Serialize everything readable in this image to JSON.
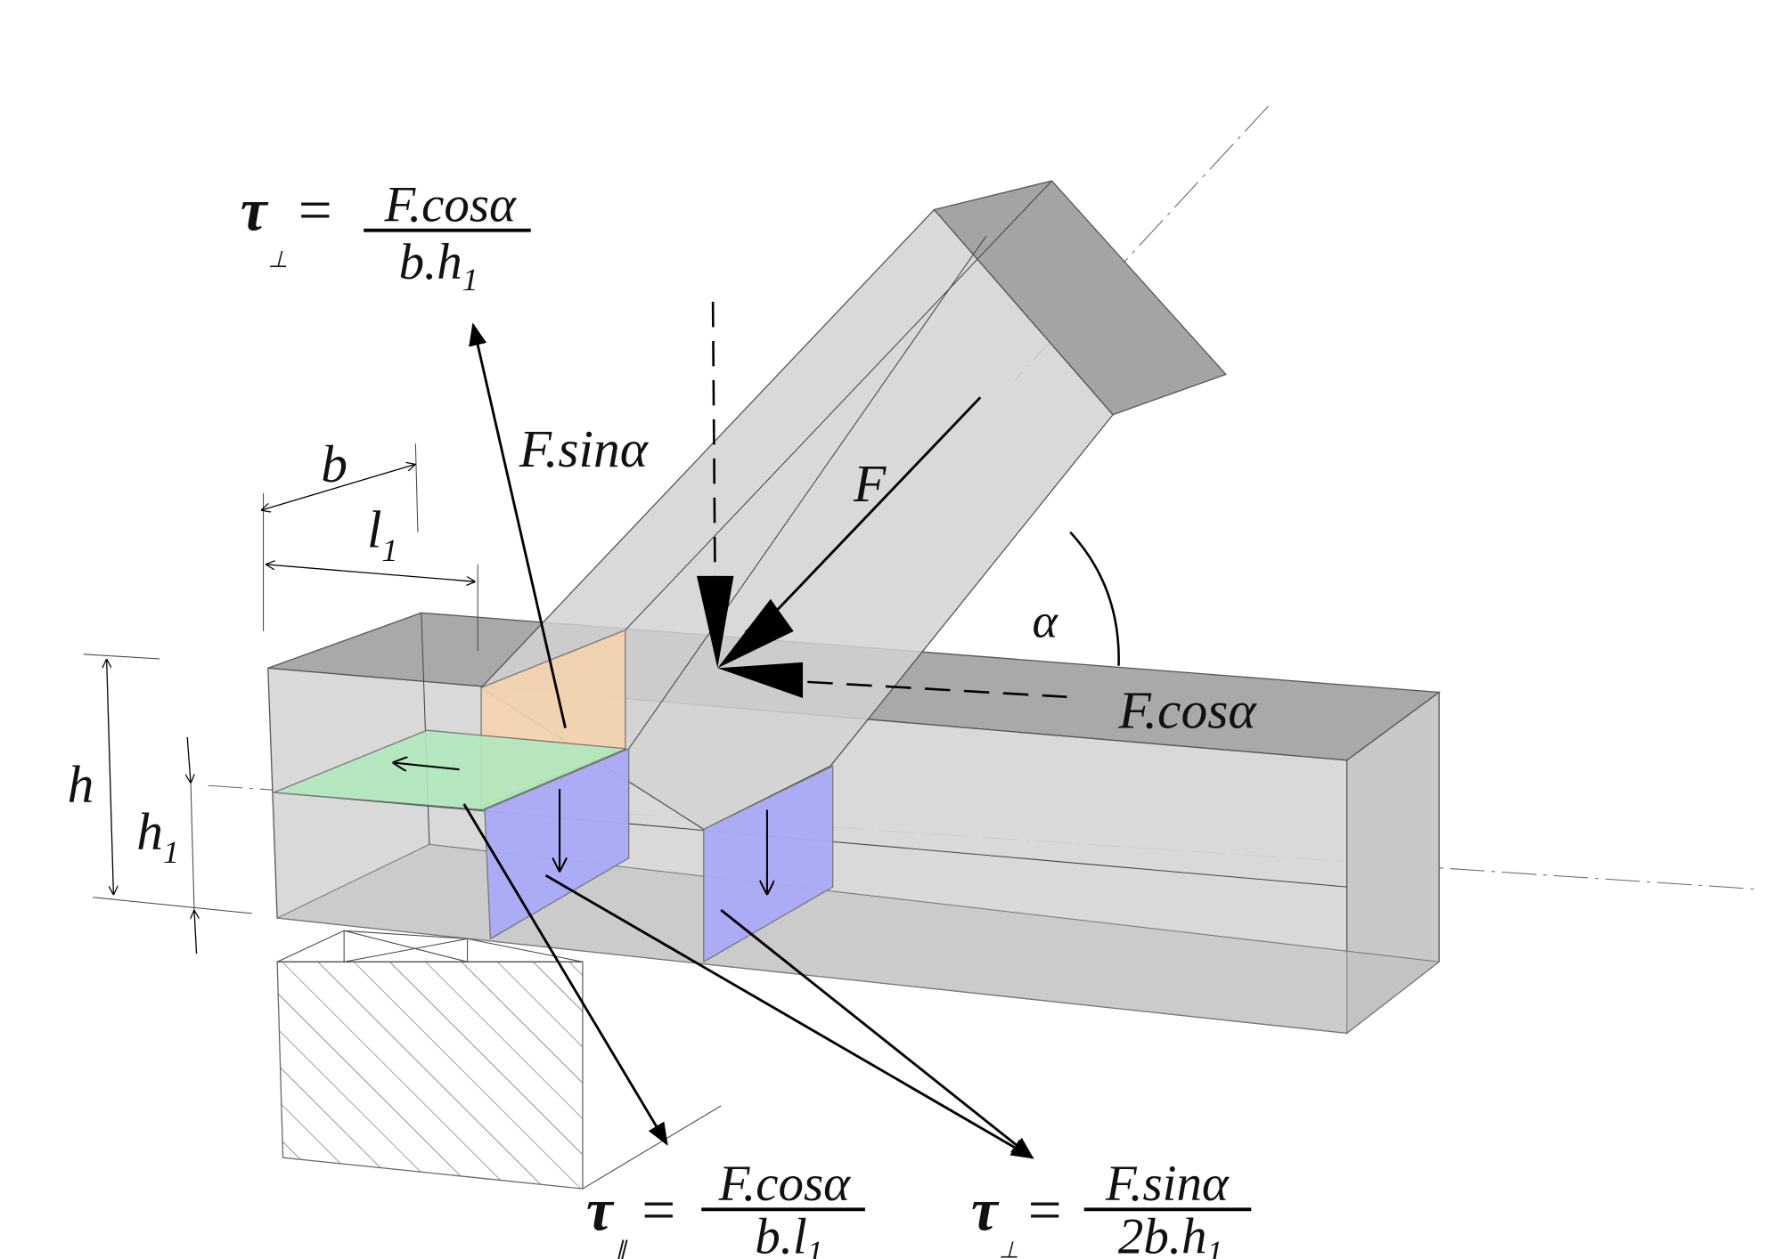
{
  "labels": {
    "b": "b",
    "l1_main": "l",
    "l1_sub": "1",
    "h": "h",
    "h1_main": "h",
    "h1_sub": "1",
    "F": "F",
    "alpha": "α",
    "F_sin": "F.sinα",
    "F_cos": "F.cosα"
  },
  "formulas": {
    "top": {
      "lhs": "τ",
      "sub": "⊥",
      "num": "F.cosα",
      "den": "b.h",
      "den_sub": "1"
    },
    "bottom_left": {
      "lhs": "τ",
      "sub": "∥",
      "num": "F.cosα",
      "den": "b.l",
      "den_sub": "1"
    },
    "bottom_right": {
      "lhs": "τ",
      "sub": "⊥",
      "num": "F.sinα",
      "den": "2b.h",
      "den_sub": "1"
    }
  },
  "colors": {
    "beam": "#d6d6d6",
    "beam_top": "#a9a9a9",
    "orange_area": "#f5d3ad",
    "green_area": "#b0e8bc",
    "blue_area": "#a9aaf7"
  }
}
